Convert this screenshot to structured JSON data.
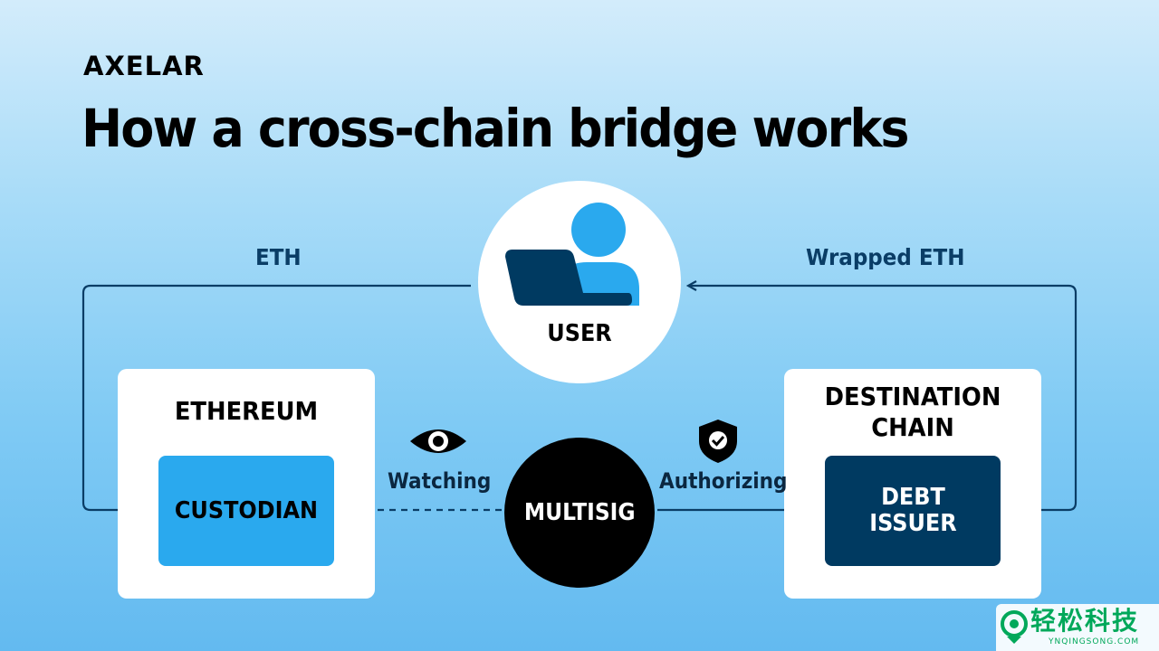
{
  "logo": {
    "text": "AXELAR"
  },
  "title": "How a cross-chain bridge works",
  "edges": {
    "left_label": "ETH",
    "right_label": "Wrapped ETH"
  },
  "user": {
    "label": "USER"
  },
  "ethereum": {
    "title": "ETHEREUM",
    "inner": "CUSTODIAN"
  },
  "destination": {
    "title_line1": "DESTINATION",
    "title_line2": "CHAIN",
    "inner_line1": "DEBT",
    "inner_line2": "ISSUER"
  },
  "multisig": {
    "label": "MULTISIG"
  },
  "connections": {
    "watching": "Watching",
    "authorizing": "Authorizing"
  },
  "icons": {
    "user": "user-laptop-icon",
    "watching": "eye-icon",
    "authorizing": "shield-check-icon"
  },
  "colors": {
    "line": "#0a3d66",
    "custodian": "#2aa9ee",
    "debt_issuer": "#003a61",
    "user_person": "#2aa9ee",
    "laptop": "#003a61"
  },
  "watermark": {
    "text": "轻松科技",
    "sub": "YNQINGSONG.COM"
  }
}
